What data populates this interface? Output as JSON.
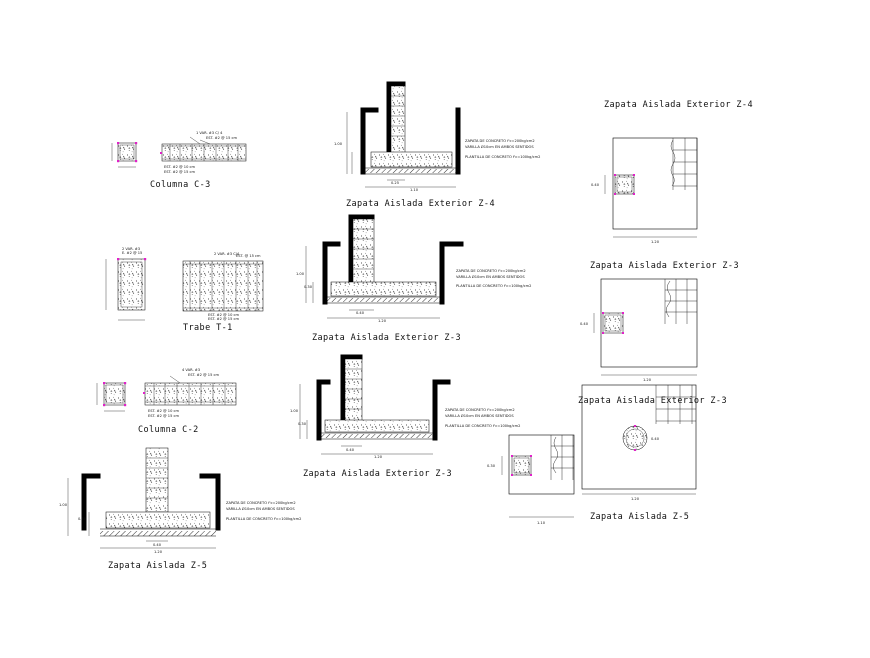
{
  "titles": {
    "col_c3": "Columna C-3",
    "trabe_t1": "Trabe T-1",
    "col_c2": "Columna C-2",
    "zap_z5_left": "Zapata Aislada Z-5",
    "zap_ext_z4_sec": "Zapata Aislada Exterior Z-4",
    "zap_ext_z3_sec_a": "Zapata Aislada Exterior Z-3",
    "zap_ext_z3_sec_b": "Zapata Aislada Exterior Z-3",
    "zap_ext_z4_plan": "Zapata Aislada Exterior Z-4",
    "zap_ext_z3_plan_a": "Zapata Aislada Exterior Z-3",
    "zap_ext_z3_plan_b": "Zapata Aislada Exterior Z-3",
    "zap_z5_plan": "Zapata Aislada Z-5"
  },
  "notes": {
    "zap_concrete": "ZAPATA DE CONCRETO f'c=200kg/cm2",
    "zap_rebar": "VARILLA Ø10cm EN AMBOS SENTIDOS",
    "plantilla": "PLANTILLA DE CONCRETO f'c=100kg/cm2"
  },
  "dims": {
    "d100": "1.00",
    "d120": "1.20",
    "d040": "0.40",
    "d030": "0.30",
    "d025": "0.25",
    "d010": "1.10"
  },
  "colors": {
    "line": "#000000",
    "highlight": "#e020c8"
  }
}
